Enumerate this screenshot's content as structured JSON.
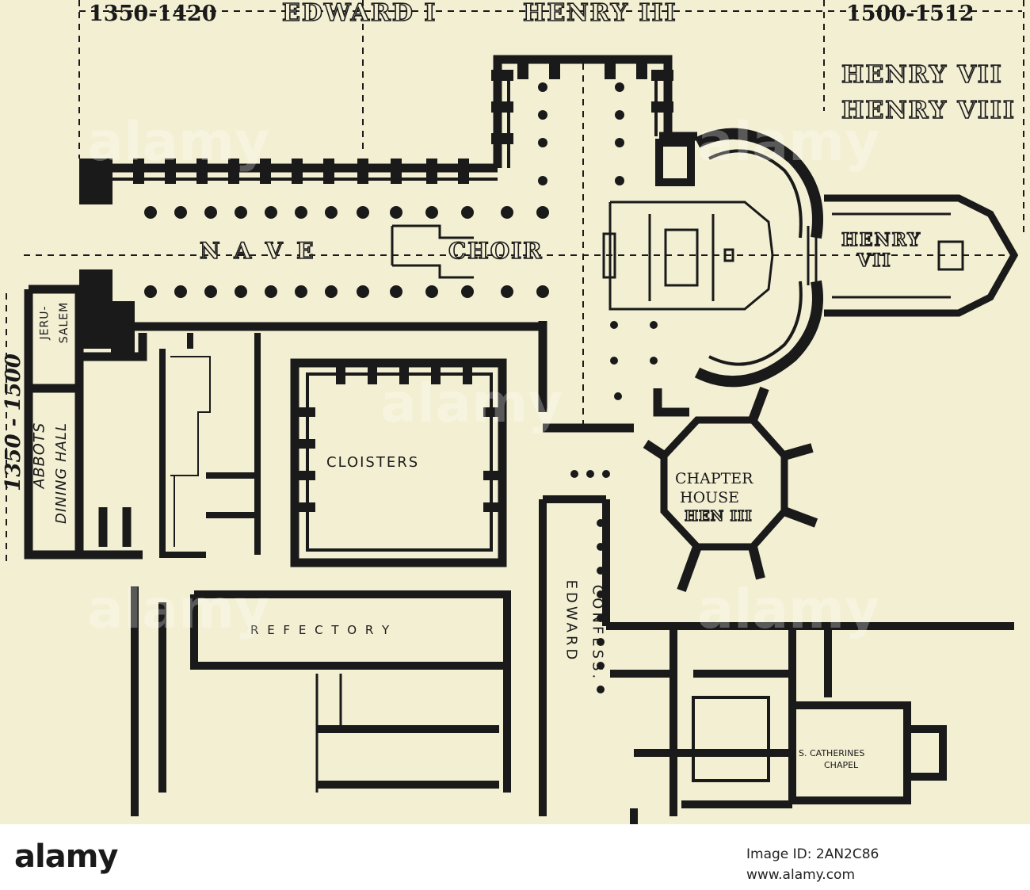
{
  "plan": {
    "dates": {
      "span_1350_1420": "1350-1420",
      "edward_i": "EDWARD I",
      "henry_iii_top": "HENRY III",
      "span_1500_1512": "1500-1512",
      "henry_vii_top": "HENRY VII",
      "henry_viii_top": "HENRY VIII",
      "span_vertical": "1350 - 1500"
    },
    "rooms": {
      "nave": "N A V E",
      "choir": "CHOIR",
      "henry_vii_chapel_line1": "HENRY",
      "henry_vii_chapel_line2": "VII",
      "jerusalem_line1": "JERU-",
      "jerusalem_line2": "SALEM",
      "abbots_line1": "ABBOTS",
      "abbots_line2": "DINING HALL",
      "cloisters": "CLOISTERS",
      "chapter_line1": "CHAPTER",
      "chapter_line2": "HOUSE",
      "chapter_line3": "HEN III",
      "refectory": "R E F E C T O R Y",
      "edward_confessor_line1": "EDWARD",
      "edward_confessor_line2": "CONFESS.",
      "catherines_line1": "S. CATHERINES",
      "catherines_line2": "CHAPEL"
    },
    "colors": {
      "paper": "#f3efd3",
      "ink": "#1a1a1a"
    }
  },
  "footer": {
    "brand": "alamy",
    "image_id_label": "Image ID: 2AN2C86",
    "url": "www.alamy.com"
  },
  "watermark": "alamy"
}
